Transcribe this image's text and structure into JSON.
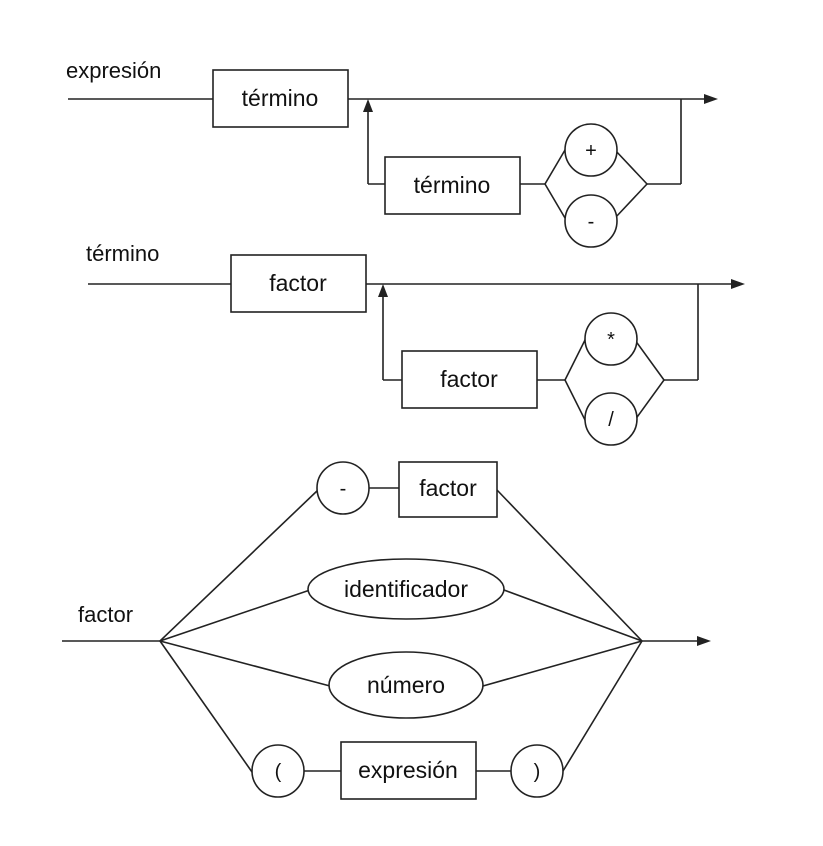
{
  "diagrams": [
    {
      "rule_label": "expresión",
      "main_box": "término",
      "loop_box": "término",
      "operators": [
        "+",
        "-"
      ]
    },
    {
      "rule_label": "término",
      "main_box": "factor",
      "loop_box": "factor",
      "operators": [
        "*",
        "/"
      ]
    },
    {
      "rule_label": "factor",
      "branch_1": {
        "symbol": "-",
        "box": "factor"
      },
      "branch_2": "identificador",
      "branch_3": "número",
      "branch_4": {
        "open": "(",
        "box": "expresión",
        "close": ")"
      }
    }
  ]
}
